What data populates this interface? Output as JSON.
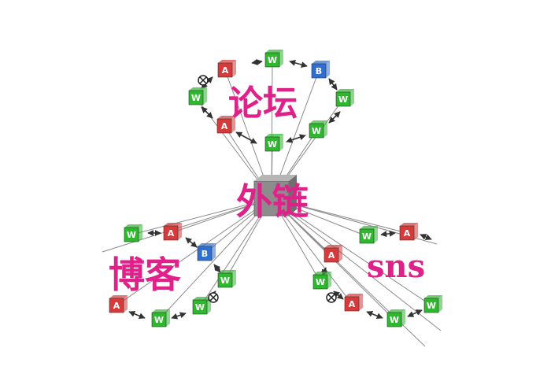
{
  "labels": {
    "center": "外链",
    "forum": "论坛",
    "blog": "博客",
    "sns": "sns"
  },
  "node_letters": {
    "w": "W",
    "a": "A",
    "b": "B"
  },
  "colors": {
    "w_box": "#2db82d",
    "a_box": "#d63a3a",
    "b_box": "#2e6fd1",
    "label": "#e0218a",
    "line": "#8a8a8a",
    "hub": "#8c8c8c"
  },
  "icons": [
    "cube-node-icon",
    "cross-circle-icon",
    "arrow-icon"
  ]
}
